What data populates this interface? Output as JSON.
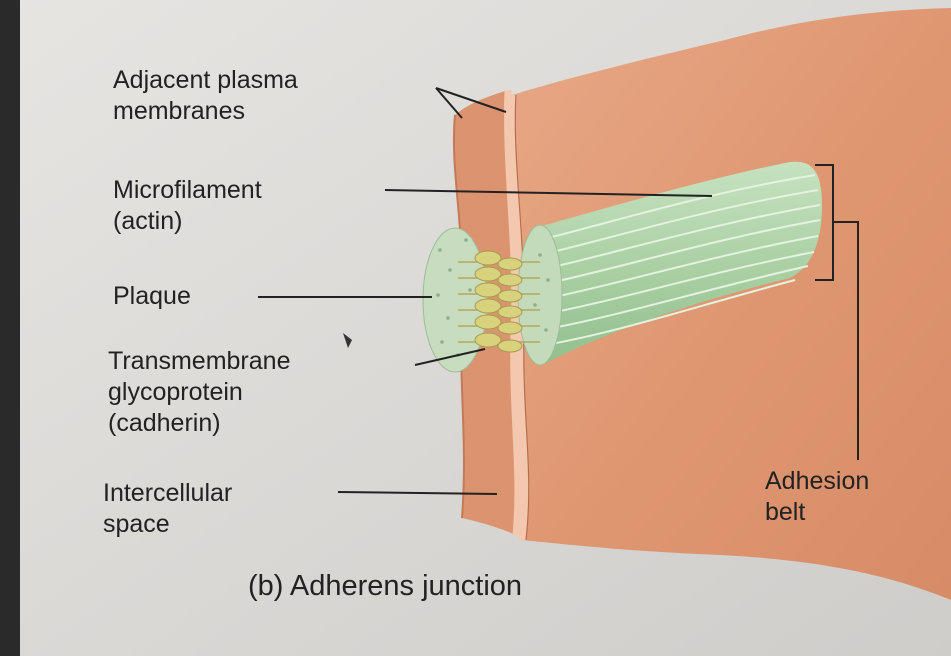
{
  "labels": {
    "adjacent_membranes": [
      "Adjacent plasma",
      "membranes"
    ],
    "microfilament": [
      "Microfilament",
      "(actin)"
    ],
    "plaque": [
      "Plaque"
    ],
    "transmembrane": [
      "Transmembrane",
      "glycoprotein",
      "(cadherin)"
    ],
    "intercellular": [
      "Intercellular",
      "space"
    ],
    "adhesion_belt": [
      "Adhesion",
      "belt"
    ]
  },
  "caption": "(b) Adherens junction",
  "colors": {
    "page": "#d9d8d6",
    "cell": "#e3a07c",
    "membrane_edge": "#f2c6ab",
    "actin": "#b7d6b2",
    "plaque": "#c8dcbf",
    "cadherin": "#d6d07a",
    "line": "#222222"
  }
}
